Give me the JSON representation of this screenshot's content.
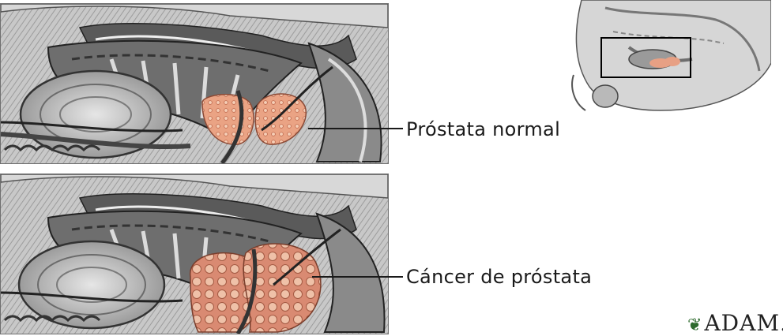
{
  "labels": {
    "normal": "Próstata normal",
    "cancer": "Cáncer de próstata"
  },
  "logo": {
    "text": "ADAM.",
    "icon": "leaf-icon"
  },
  "colors": {
    "prostate_normal": "#e9a487",
    "prostate_cancer": "#d98a72",
    "tissue_gray": "#9a9a9a",
    "inset_box": "#000000"
  }
}
